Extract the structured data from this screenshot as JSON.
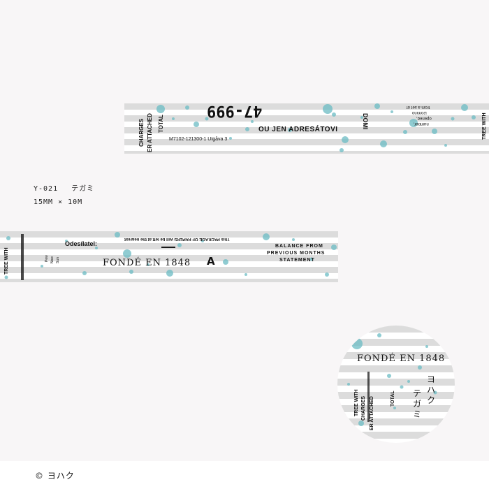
{
  "product": {
    "code": "Y-021",
    "name": "テガミ",
    "size": "15MM × 10M"
  },
  "brand": {
    "copyright": "© ヨハク",
    "vertical_name": "ヨハク",
    "vertical_product": "テガミ"
  },
  "tape_texts": {
    "num_upside": "47-999",
    "charges": "CHARGES",
    "er_attached": "ER ATTACHED",
    "total": "TOTAL",
    "adresatovi": "OU JEN ADRESÁTOVI",
    "ref_code": "M7102-121300-1 Utgåva 3",
    "domi": "DOMI",
    "from_a": "from a set of",
    "domino": "Domino",
    "opened": "opened,",
    "number": "number,",
    "tree_with": "TREE WITH",
    "odesilatel": "Odesílatel:",
    "package_note": "This PACKAGE OF PAPERS will be left at the nearest",
    "fonde": "FONDÉ EN 1848",
    "letter_a": "A",
    "balance_1": "BALANCE FROM",
    "balance_2": "PREVIOUS MONTHS",
    "balance_3": "STATEMENT",
    "small_1": "Pew",
    "small_2": "Now",
    "small_3": "Sun"
  },
  "colors": {
    "background": "#f8f6f7",
    "stripe_gray": "#dcdcdc",
    "stripe_white": "#ffffff",
    "splash_teal": "#6bbcc4"
  }
}
